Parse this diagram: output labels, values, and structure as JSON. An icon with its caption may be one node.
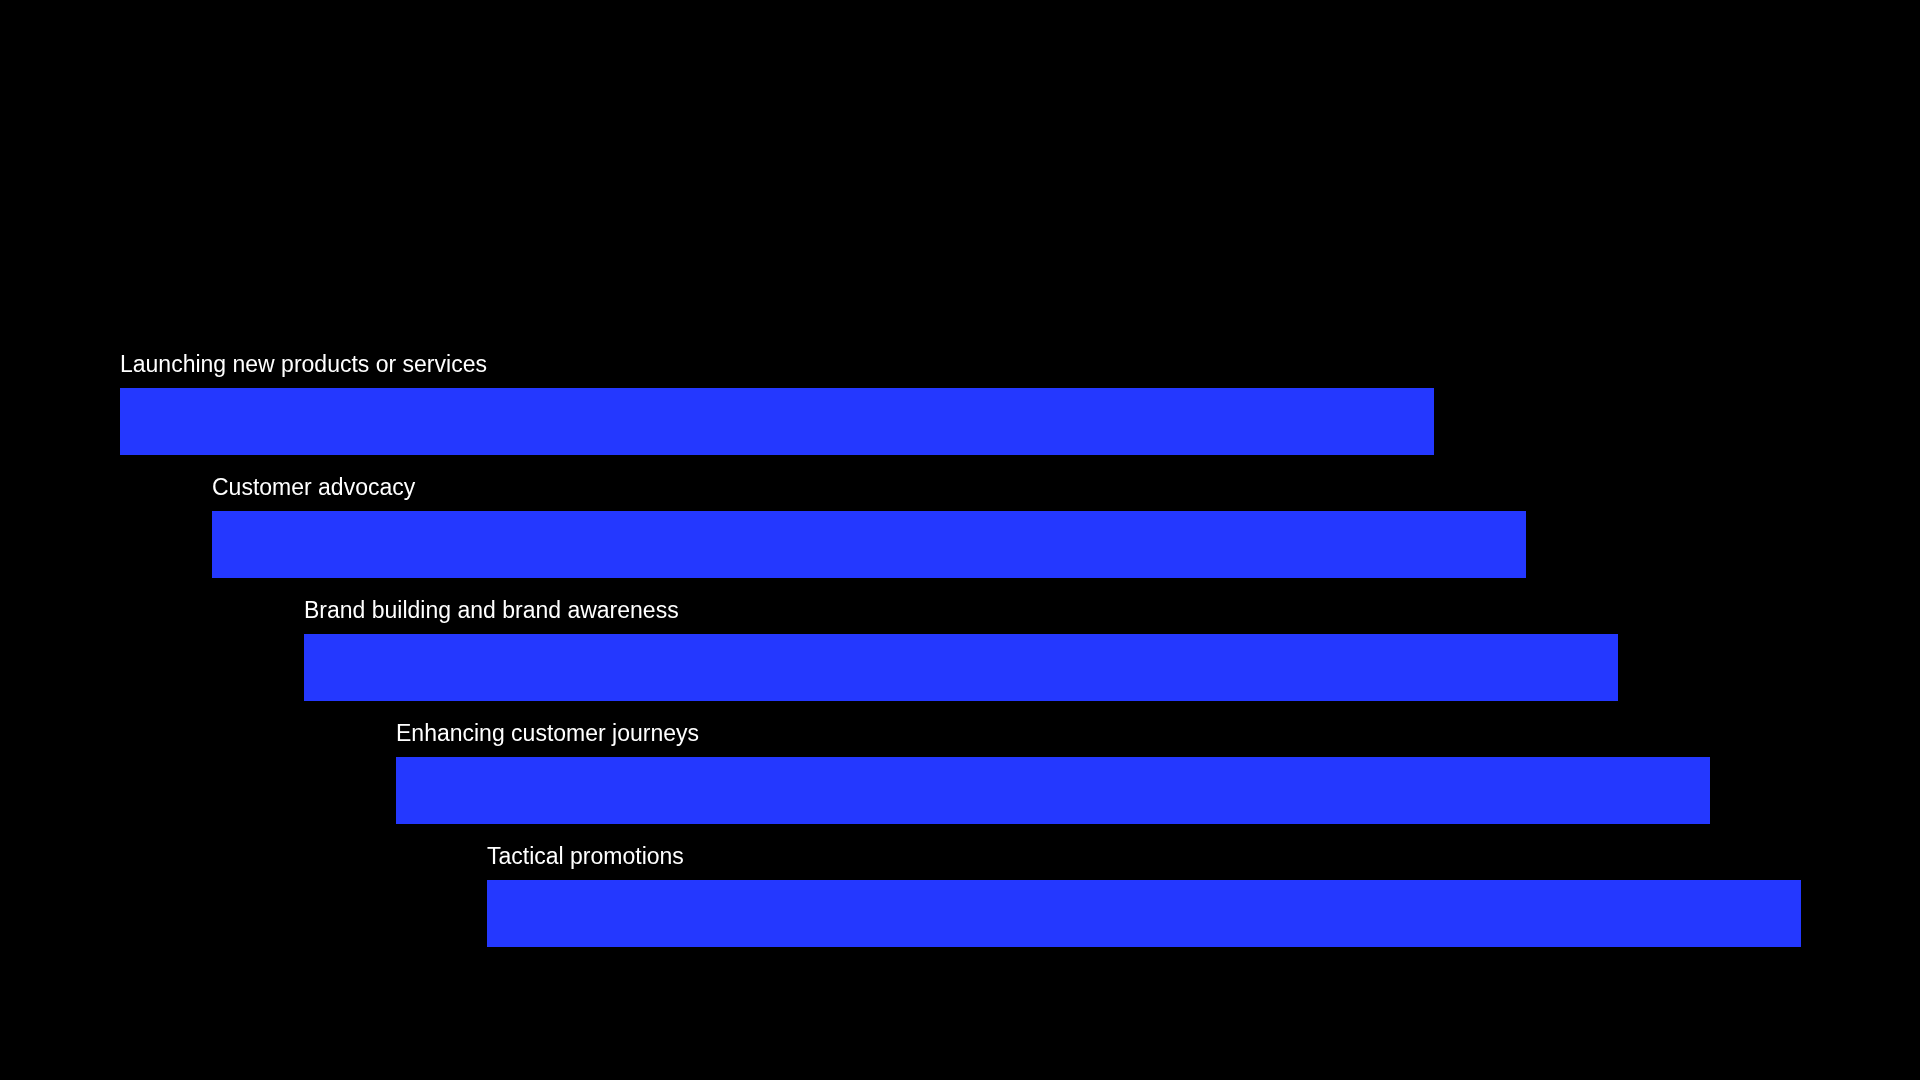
{
  "diagram": {
    "nodes": [
      {
        "text": [
          "Launching new products or services"
        ]
      },
      {
        "text": [
          "Customer advocacy"
        ]
      },
      {
        "text": [
          "Brand building and brand awareness"
        ]
      },
      {
        "text": [
          "Enhancing customer journeys"
        ]
      },
      {
        "text": [
          "Tactical promotions"
        ]
      }
    ]
  }
}
